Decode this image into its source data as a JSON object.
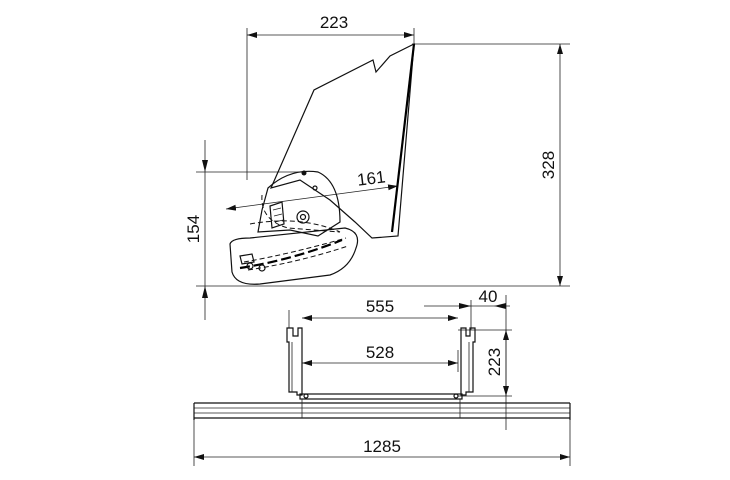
{
  "dimensions": {
    "top_width": "223",
    "total_height": "328",
    "rear_depth": "161",
    "base_height": "154",
    "outer_width": "555",
    "rail_offset": "40",
    "inner_width": "528",
    "bracket_height": "223",
    "overall_length": "1285"
  }
}
